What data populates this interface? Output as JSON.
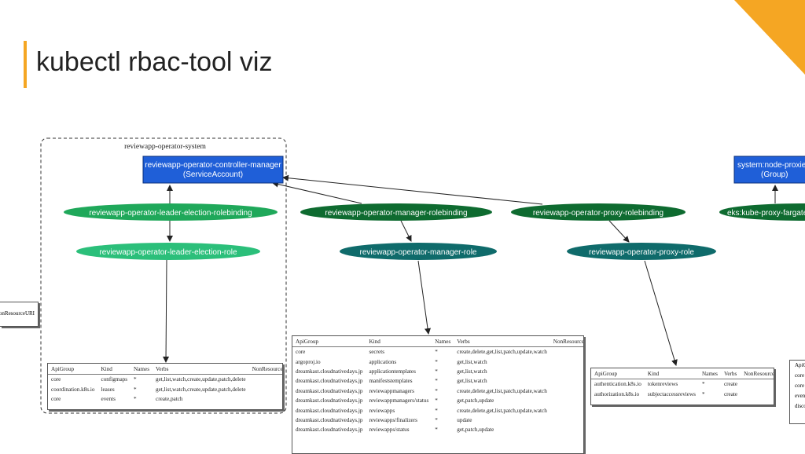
{
  "slide": {
    "title": "kubectl rbac-tool viz",
    "accent_color": "#f5a623"
  },
  "cluster_label": "reviewapp-operator-system",
  "nodes": {
    "sa_line1": "reviewapp-operator-controller-manager",
    "sa_line2": "(ServiceAccount)",
    "group_line1": "system:node-proxier",
    "group_line2": "(Group)",
    "rb_leader": "reviewapp-operator-leader-election-rolebinding",
    "role_leader": "reviewapp-operator-leader-election-role",
    "rb_manager": "reviewapp-operator-manager-rolebinding",
    "role_manager": "reviewapp-operator-manager-role",
    "rb_proxy": "reviewapp-operator-proxy-rolebinding",
    "role_proxy": "reviewapp-operator-proxy-role",
    "rb_kubeproxy": "eks:kube-proxy-fargate-rolebinding"
  },
  "colors": {
    "serviceaccount": "#1f5fd8",
    "rolebinding_light": "#1fa85a",
    "role_light": "#2bbf7a",
    "rolebinding_dark": "#0e6b30",
    "role_dark": "#0f6b6b"
  },
  "table_headers": [
    "ApiGroup",
    "Kind",
    "Names",
    "Verbs",
    "NonResourceURI"
  ],
  "tables": {
    "leader": [
      [
        "core",
        "configmaps",
        "*",
        "get,list,watch,create,update,patch,delete",
        ""
      ],
      [
        "coordination.k8s.io",
        "leases",
        "*",
        "get,list,watch,create,update,patch,delete",
        ""
      ],
      [
        "core",
        "events",
        "*",
        "create,patch",
        ""
      ]
    ],
    "manager": [
      [
        "core",
        "secrets",
        "*",
        "create,delete,get,list,patch,update,watch",
        ""
      ],
      [
        "argoproj.io",
        "applications",
        "*",
        "get,list,watch",
        ""
      ],
      [
        "dreamkast.cloudnativedays.jp",
        "applicationtemplates",
        "*",
        "get,list,watch",
        ""
      ],
      [
        "dreamkast.cloudnativedays.jp",
        "manifeststemplates",
        "*",
        "get,list,watch",
        ""
      ],
      [
        "dreamkast.cloudnativedays.jp",
        "reviewappmanagers",
        "*",
        "create,delete,get,list,patch,update,watch",
        ""
      ],
      [
        "dreamkast.cloudnativedays.jp",
        "reviewappmanagers/status",
        "*",
        "get,patch,update",
        ""
      ],
      [
        "dreamkast.cloudnativedays.jp",
        "reviewapps",
        "*",
        "create,delete,get,list,patch,update,watch",
        ""
      ],
      [
        "dreamkast.cloudnativedays.jp",
        "reviewapps/finalizers",
        "*",
        "update",
        ""
      ],
      [
        "dreamkast.cloudnativedays.jp",
        "reviewapps/status",
        "*",
        "get,patch,update",
        ""
      ]
    ],
    "proxy": [
      [
        "authentication.k8s.io",
        "tokenreviews",
        "*",
        "create",
        ""
      ],
      [
        "authorization.k8s.io",
        "subjectaccessreviews",
        "*",
        "create",
        ""
      ]
    ]
  },
  "clipped": {
    "left_header": "NonResourceURI",
    "right_rows": [
      "ApiG",
      "core",
      "core",
      "even",
      "disco"
    ]
  }
}
